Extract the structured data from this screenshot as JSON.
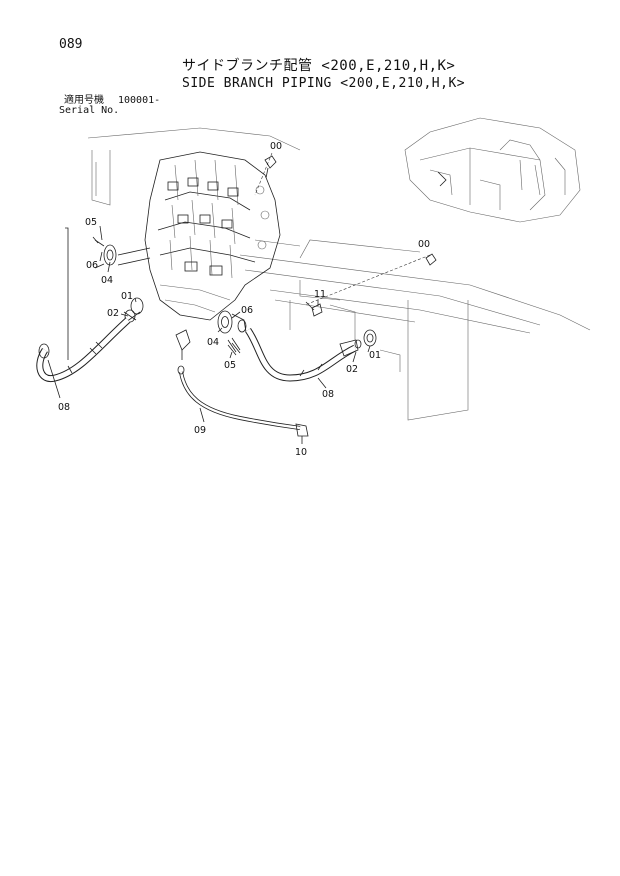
{
  "header": {
    "page_number": "089",
    "title_jp": "サイドブランチ配管 <200,E,210,H,K>",
    "title_en": "SIDE BRANCH PIPING <200,E,210,H,K>",
    "serial_label_jp": "適用号機",
    "serial_value": "100001-",
    "serial_label_en": "Serial No."
  },
  "callouts": {
    "c00_top": "00",
    "c00_right": "00",
    "c05_left": "05",
    "c06_left": "06",
    "c04_left": "04",
    "c01_left": "01",
    "c02_left": "02",
    "c08_left": "08",
    "c06_mid": "06",
    "c04_mid": "04",
    "c05_mid": "05",
    "c09": "09",
    "c10": "10",
    "c11": "11",
    "c02_right": "02",
    "c01_right": "01",
    "c08_right": "08"
  }
}
